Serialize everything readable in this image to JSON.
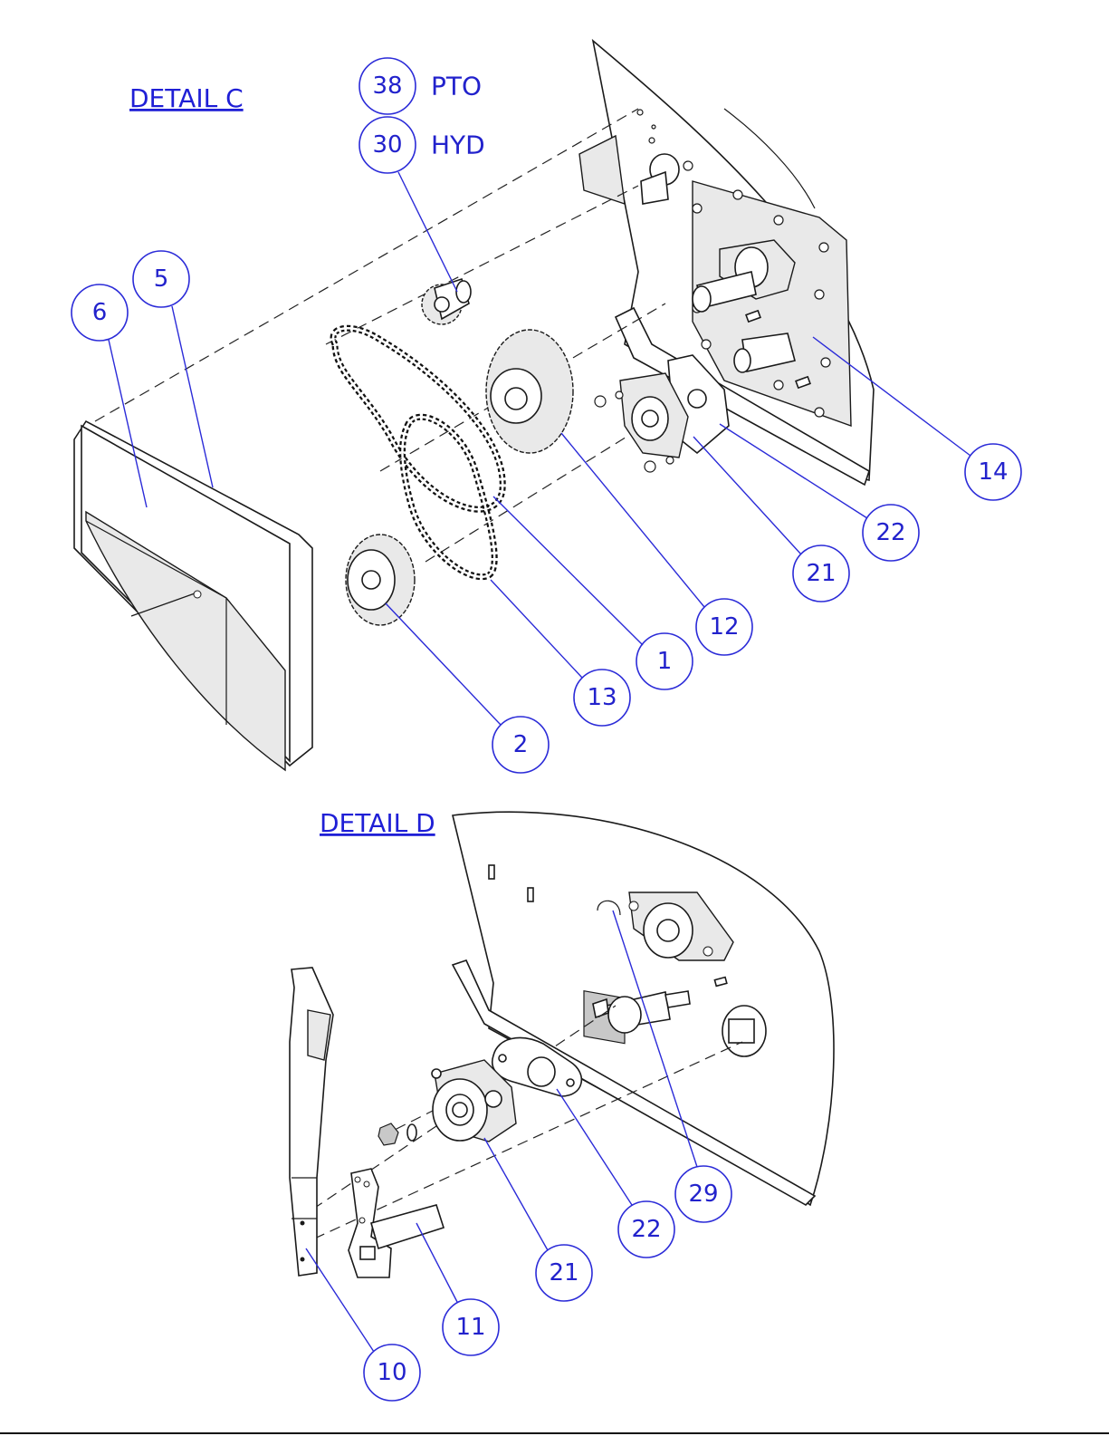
{
  "details": {
    "c": {
      "title": "DETAIL C"
    },
    "d": {
      "title": "DETAIL D"
    }
  },
  "tags": {
    "pto": "PTO",
    "hyd": "HYD"
  },
  "balloons": {
    "c38": "38",
    "c30": "30",
    "c5": "5",
    "c6": "6",
    "c14": "14",
    "c22": "22",
    "c21": "21",
    "c12": "12",
    "c1": "1",
    "c13": "13",
    "c2": "2",
    "d29": "29",
    "d22": "22",
    "d21": "21",
    "d11": "11",
    "d10": "10"
  },
  "colors": {
    "callout": "#2222cc",
    "line": "#1a1a1a"
  }
}
